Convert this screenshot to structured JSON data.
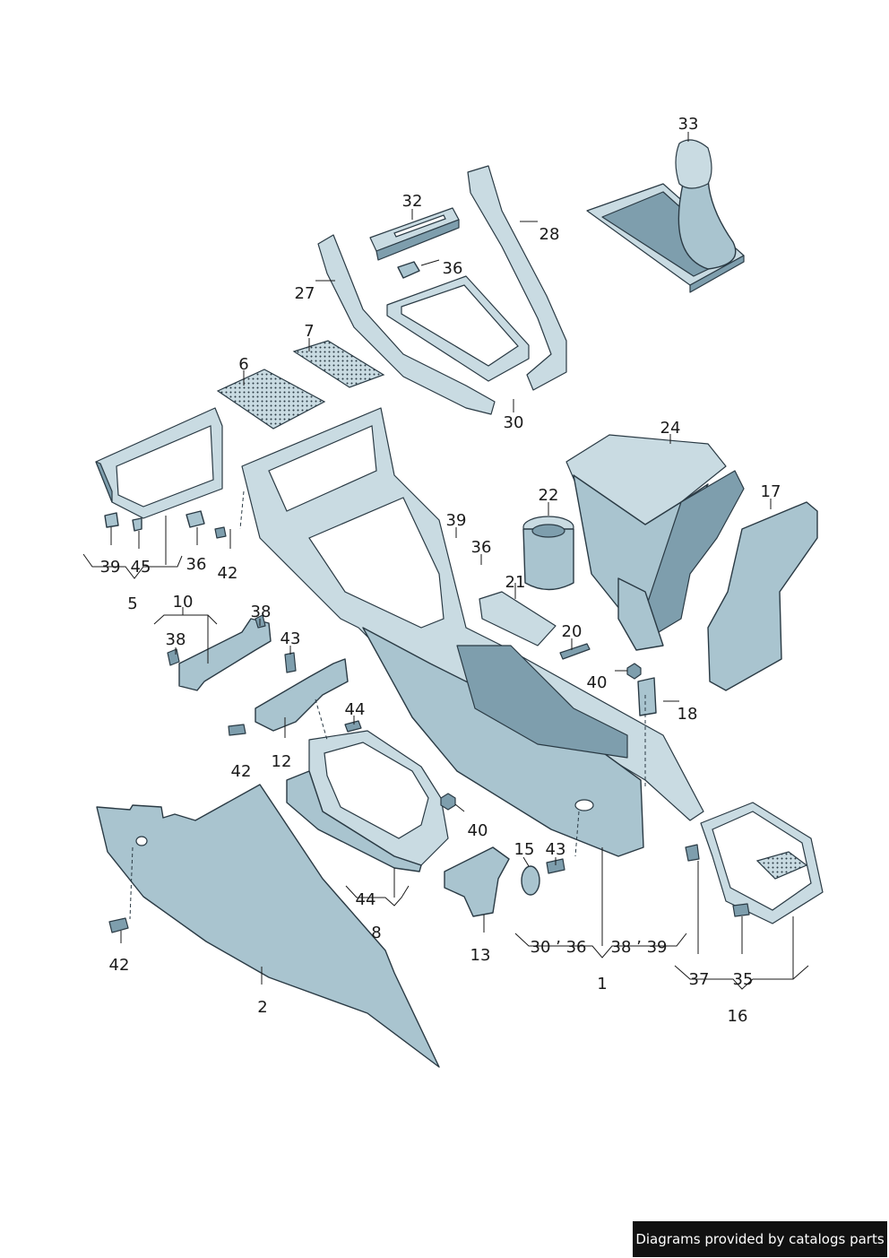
{
  "labels": {
    "l33": "33",
    "l32": "32",
    "l28": "28",
    "l36a": "36",
    "l27": "27",
    "l7": "7",
    "l6": "6",
    "l30": "30",
    "l24": "24",
    "l22": "22",
    "l17": "17",
    "l39a": "39",
    "l36b": "36",
    "l39b": "39",
    "l45": "45",
    "l36c": "36",
    "l42a": "42",
    "l5": "5",
    "l21": "21",
    "l10": "10",
    "l38a": "38",
    "l38b": "38",
    "l43a": "43",
    "l20": "20",
    "l40a": "40",
    "l18": "18",
    "l44a": "44",
    "l42b": "42",
    "l12": "12",
    "l40b": "40",
    "l15": "15",
    "l43b": "43",
    "l44b": "44",
    "l8": "8",
    "l42c": "42",
    "l13": "13",
    "l30_36": "30 ’ 36",
    "l38_39": "38 ’ 39",
    "l1": "1",
    "l37": "37",
    "l35": "35",
    "l16": "16",
    "l2": "2"
  },
  "credit": "Diagrams provided by catalogs parts"
}
